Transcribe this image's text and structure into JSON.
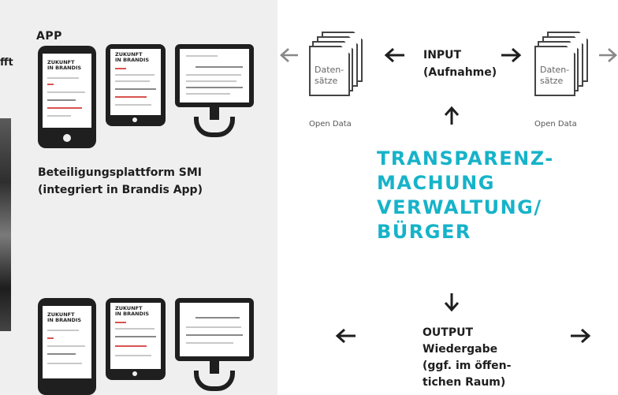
{
  "left_panel": {
    "cut_text": "fft",
    "app_label": "APP",
    "platform_lines": [
      "Beteiligungsplattform SMI",
      "(integriert in Brandis App)"
    ],
    "screen_title_lines": [
      "ZUKUNFT",
      "IN BRANDIS"
    ]
  },
  "datasets": {
    "label_lines": [
      "Daten-",
      "sätze"
    ],
    "caption": "Open Data"
  },
  "input": {
    "lines": [
      "INPUT",
      "(Aufnahme)"
    ]
  },
  "main_title": {
    "lines": [
      "TRANSPARENZ-",
      "MACHUNG",
      "VERWALTUNG/",
      "BÜRGER"
    ]
  },
  "output": {
    "lines": [
      "OUTPUT",
      "Wiedergabe",
      "(ggf. im öffen-",
      "tichen Raum)"
    ]
  },
  "colors": {
    "accent": "#16b3c9",
    "panel": "#efefef",
    "device": "#1f1f1f",
    "arrow_light": "#888888",
    "arrow_dark": "#1e1e1e"
  }
}
